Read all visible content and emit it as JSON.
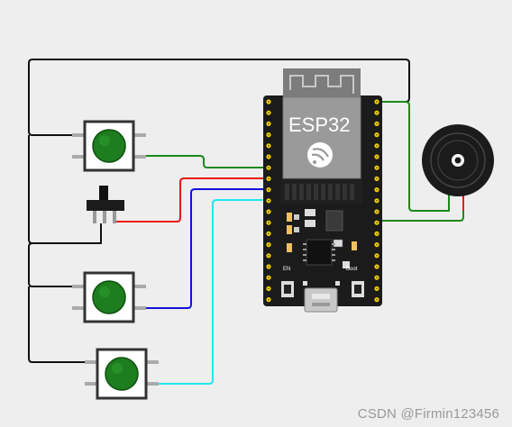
{
  "board": {
    "title": "ESP32",
    "en_label": "EN",
    "boot_label": "Boot"
  },
  "components": [
    {
      "id": "button-1",
      "type": "pushbutton",
      "color": "green"
    },
    {
      "id": "slide-switch",
      "type": "slide-switch"
    },
    {
      "id": "button-2",
      "type": "pushbutton",
      "color": "green"
    },
    {
      "id": "button-3",
      "type": "pushbutton",
      "color": "green"
    },
    {
      "id": "buzzer",
      "type": "buzzer"
    }
  ],
  "wire_colors": {
    "ground": "#111111",
    "button_1": "#1a8a1a",
    "switch": "#ee1111",
    "button_2": "#1111dd",
    "button_3": "#22e6f0",
    "buzzer": "#1a8a1a"
  },
  "watermark": "CSDN @Firmin123456"
}
